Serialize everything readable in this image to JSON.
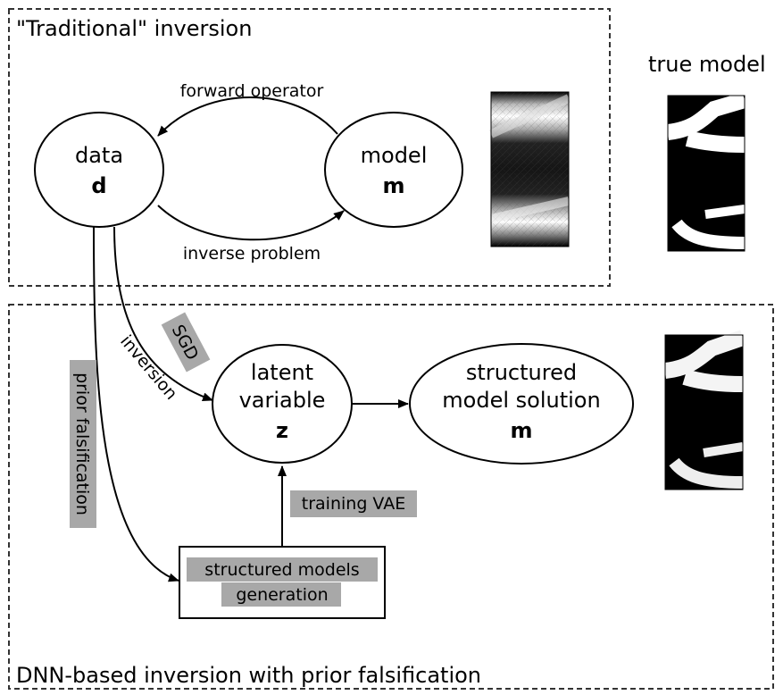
{
  "panels": {
    "traditional_title": "\"Traditional\" inversion",
    "dnn_title": "DNN-based inversion with prior falsification",
    "true_model_title": "true model"
  },
  "nodes": {
    "data": {
      "label": "data",
      "symbol": "d"
    },
    "model": {
      "label": "model",
      "symbol": "m"
    },
    "latent": {
      "line1": "latent",
      "line2": "variable",
      "symbol": "z"
    },
    "structured_solution": {
      "line1": "structured",
      "line2": "model solution",
      "symbol": "m"
    },
    "structured_generation": {
      "line1": "structured models",
      "line2": "generation"
    }
  },
  "edges": {
    "forward_operator": "forward operator",
    "inverse_problem": "inverse problem",
    "inversion": "inversion",
    "sgd": "SGD",
    "prior_falsification": "prior falsification",
    "training_vae": "training VAE"
  },
  "colors": {
    "tag_background": "#a8a8a8",
    "line": "#000000",
    "panel_border": "#333333"
  }
}
